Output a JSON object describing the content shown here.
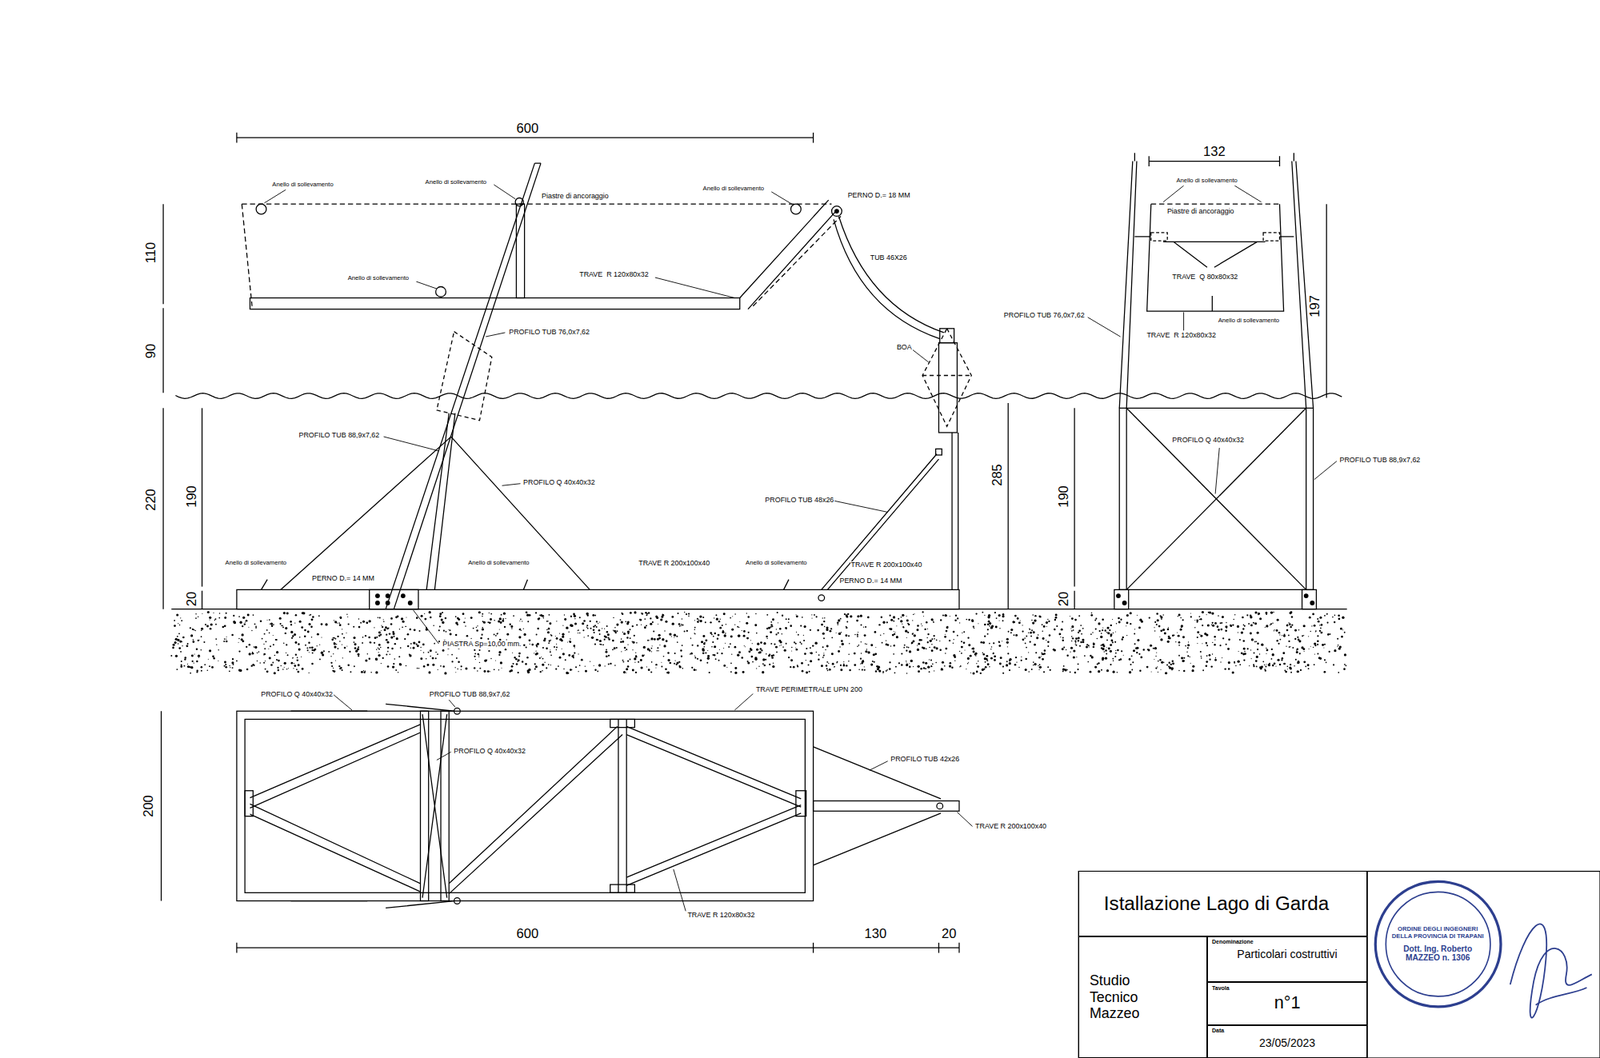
{
  "diagram": {
    "nodes": [
      {
        "text": [
          "Istallazione Lago di Garda"
        ]
      },
      {
        "text": [
          "Studio Tecnico Mazzeo"
        ]
      },
      {
        "text": [
          "Denominazione",
          "Particolari costruttivi"
        ]
      },
      {
        "text": [
          "Tavola",
          "n°1"
        ]
      },
      {
        "text": [
          "Data",
          "23/05/2023"
        ]
      },
      {
        "text": [
          "ORDINE DEGLI INGEGNERI DELLA PROVINCIA DI TRAPANI",
          "Dott. Ing. Roberto MAZZEO n. 1306"
        ]
      }
    ],
    "labels": [
      "600",
      "Anello di sollevamento",
      "Anello di sollevamento",
      "Piastre di ancoraggio",
      "Anello di sollevamento",
      "PERNO D.= 18 MM",
      "TUB 46X26",
      "Anello di sollevamento",
      "TRAVE  R 120x80x32",
      "PROFILO TUB 76,0x7,62",
      "BOA",
      "PROFILO TUB 88,9x7,62",
      "PROFILO Q 40x40x32",
      "PROFILO TUB 48x26",
      "Anello di sollevamento",
      "Anello di sollevamento",
      "TRAVE R 200x100x40",
      "Anello di sollevamento",
      "TRAVE R 200x100x40",
      "PERNO D.= 14 MM",
      "PERNO D.= 14 MM",
      "PIASTRA Sp=10,00 mm.",
      "110",
      "90",
      "220",
      "190",
      "20",
      "285",
      "132",
      "Anello di sollevamento",
      "Piastre di ancoraggio",
      "TRAVE  Q 80x80x32",
      "PROFILO TUB 76,0x7,62",
      "Anello di sollevamento",
      "TRAVE  R 120x80x32",
      "197",
      "PROFILO Q 40x40x32",
      "PROFILO TUB 88,9x7,62",
      "190",
      "20",
      "PROFILO Q 40x40x32",
      "PROFILO TUB 88,9x7,62",
      "TRAVE PERIMETRALE UPN 200",
      "PROFILO Q 40x40x32",
      "PROFILO TUB 42x26",
      "TRAVE R 200x100x40",
      "TRAVE R 120x80x32",
      "200",
      "600",
      "130",
      "20"
    ]
  }
}
